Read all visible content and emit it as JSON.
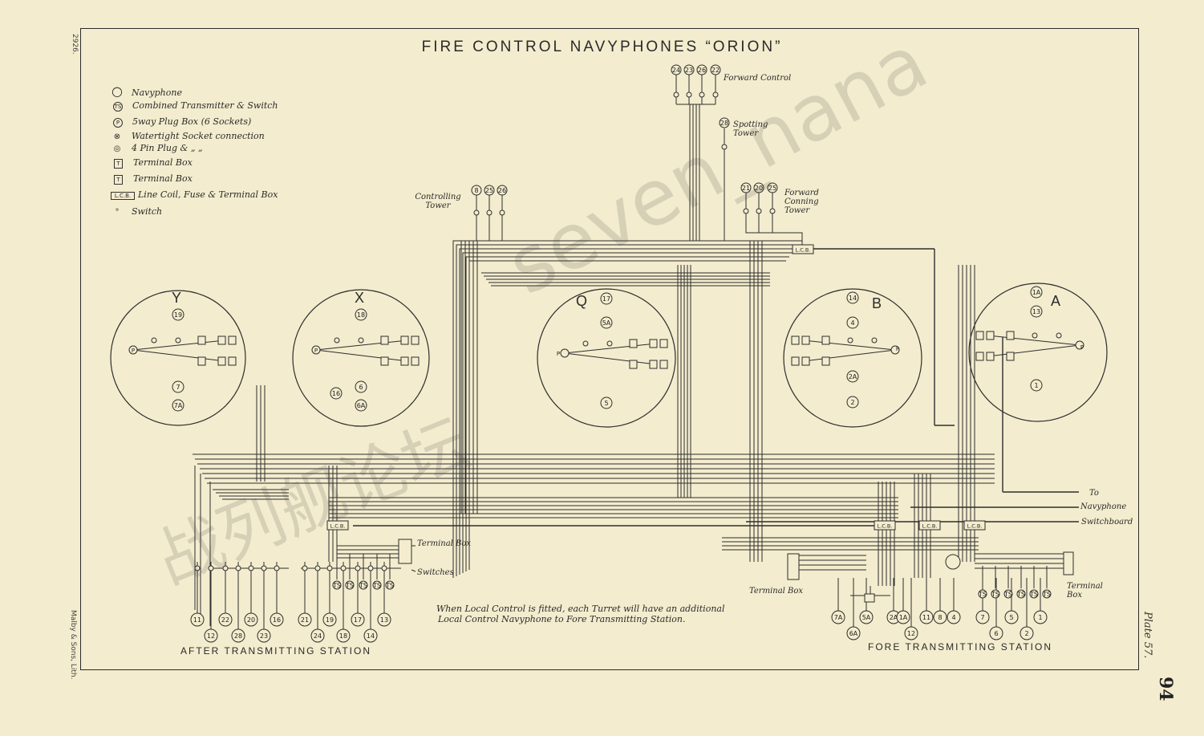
{
  "title": "FIRE CONTROL NAVYPHONES “ORION”",
  "legend": [
    {
      "symbol": "○",
      "label": "Navyphone"
    },
    {
      "symbol": "TS",
      "label": "Combined Transmitter & Switch"
    },
    {
      "symbol": "P",
      "label": "5way Plug Box (6 Sockets)"
    },
    {
      "symbol": "⊗",
      "label": "Watertight Socket connection"
    },
    {
      "symbol": "◎",
      "label": "4 Pin Plug &   „        „"
    },
    {
      "symbol": "T",
      "label": "Terminal Box"
    },
    {
      "symbol": "T",
      "label": "Terminal Box"
    },
    {
      "symbol": "L.C.B.",
      "label": "Line Coil, Fuse & Terminal Box"
    },
    {
      "symbol": "°",
      "label": "Switch"
    }
  ],
  "turrets": [
    {
      "letter": "Y",
      "phones": [
        "19",
        "7",
        "7A"
      ]
    },
    {
      "letter": "X",
      "phones": [
        "18",
        "6",
        "6A",
        "16"
      ]
    },
    {
      "letter": "Q",
      "phones": [
        "17",
        "5A",
        "5"
      ]
    },
    {
      "letter": "B",
      "phones": [
        "14",
        "4",
        "2A",
        "2"
      ]
    },
    {
      "letter": "A",
      "phones": [
        "1A",
        "13",
        "1"
      ]
    }
  ],
  "stations": {
    "forward_control": {
      "label": "Forward Control",
      "phones": [
        "24",
        "23",
        "26",
        "22"
      ]
    },
    "spotting_tower": {
      "label": "Spotting Tower",
      "phones": [
        "28"
      ]
    },
    "controlling_tower": {
      "label": "Controlling Tower",
      "phones": [
        "8",
        "25",
        "26"
      ]
    },
    "forward_conning_tower": {
      "label": "Forward Conning Tower",
      "phones": [
        "21",
        "20",
        "25"
      ]
    }
  },
  "after_station": {
    "label": "AFTER TRANSMITTING STATION",
    "phones_row1": [
      "11",
      "22",
      "20",
      "16",
      "21",
      "19",
      "17",
      "13"
    ],
    "phones_row2": [
      "12",
      "28",
      "23",
      "24",
      "18",
      "14"
    ],
    "ts": [
      "TS",
      "TS",
      "TS",
      "TS",
      "TS"
    ],
    "terminal_box": "Terminal Box",
    "switches": "Switches"
  },
  "fore_station": {
    "label": "FORE TRANSMITTING STATION",
    "phones_row1": [
      "7A",
      "5A",
      "2A",
      "1A",
      "11",
      "8",
      "4",
      "7",
      "5",
      "1"
    ],
    "phones_row2": [
      "6A",
      "12",
      "6",
      "2"
    ],
    "ts": [
      "TS",
      "TS",
      "TS",
      "TS",
      "TS",
      "TS"
    ],
    "terminal_box_left": "Terminal Box",
    "terminal_box_right": "Terminal Box"
  },
  "lcb_label": "L.C.B.",
  "to_labels": [
    "To",
    "Navyphone",
    "Switchboard"
  ],
  "note": [
    "When Local Control is fitted, each Turret will have an additional",
    "Local Control Navyphone to Fore Transmitting Station."
  ],
  "plate": "Plate 57.",
  "page_number": "94",
  "printer": "Malby & Sons, Lith.",
  "margin_number": "2926.",
  "watermark": {
    "latin": "seven_nana",
    "cjk": "战列舰论坛"
  }
}
